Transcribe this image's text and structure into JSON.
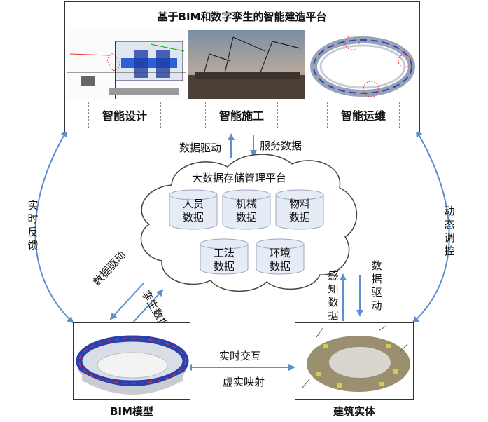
{
  "platform": {
    "title": "基于BIM和数字孪生的智能建造平台",
    "modules": [
      "智能设计",
      "智能施工",
      "智能运维"
    ]
  },
  "arrows": {
    "data_drive_top": "数据驱动",
    "service_data": "服务数据",
    "realtime_feedback": "实时反馈",
    "dynamic_control": "动态调控",
    "data_drive_left": "数据驱动",
    "twin_data": "孪生数据",
    "sense_data": "感知数据",
    "data_drive_right": "数据驱动",
    "realtime_interaction": "实时交互",
    "virtual_real_mapping": "虚实映射"
  },
  "cloud": {
    "title": "大数据存储管理平台",
    "cylinders": [
      [
        "人员",
        "数据"
      ],
      [
        "机械",
        "数据"
      ],
      [
        "物料",
        "数据"
      ],
      [
        "工法",
        "数据"
      ],
      [
        "环境",
        "数据"
      ]
    ]
  },
  "bottom": {
    "bim_label": "BIM模型",
    "entity_label": "建筑实体"
  },
  "colors": {
    "arrow": "#5b8fd0",
    "cylinder_fill": "#e6ecf6",
    "cylinder_stroke": "#9aa7bd"
  }
}
